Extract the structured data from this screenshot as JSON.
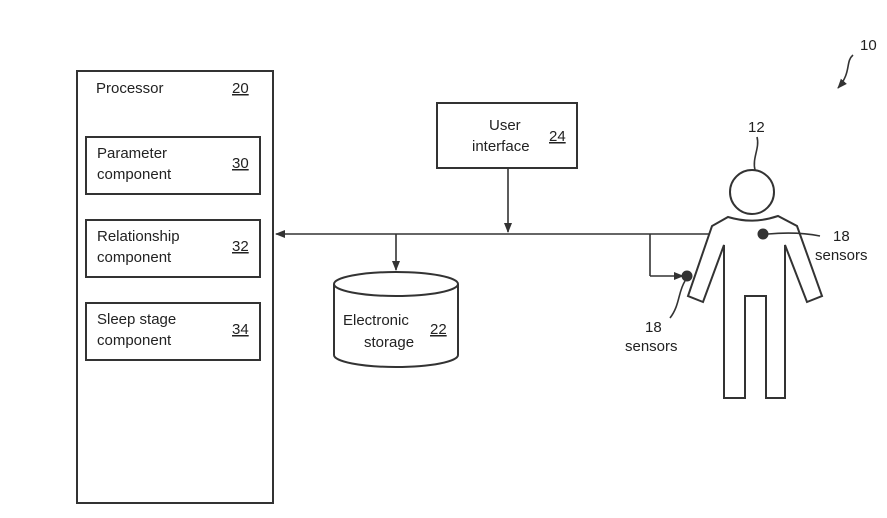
{
  "figure_ref": "10",
  "processor": {
    "label": "Processor",
    "ref": "20",
    "components": [
      {
        "line1": "Parameter",
        "line2": "component",
        "ref": "30"
      },
      {
        "line1": "Relationship",
        "line2": "component",
        "ref": "32"
      },
      {
        "line1": "Sleep stage",
        "line2": "component",
        "ref": "34"
      }
    ]
  },
  "user_interface": {
    "line1": "User",
    "line2": "interface",
    "ref": "24"
  },
  "electronic_storage": {
    "line1": "Electronic",
    "line2": "storage",
    "ref": "22"
  },
  "subject": {
    "ref": "12"
  },
  "sensors": [
    {
      "ref": "18",
      "label": "sensors"
    },
    {
      "ref": "18",
      "label": "sensors"
    }
  ]
}
